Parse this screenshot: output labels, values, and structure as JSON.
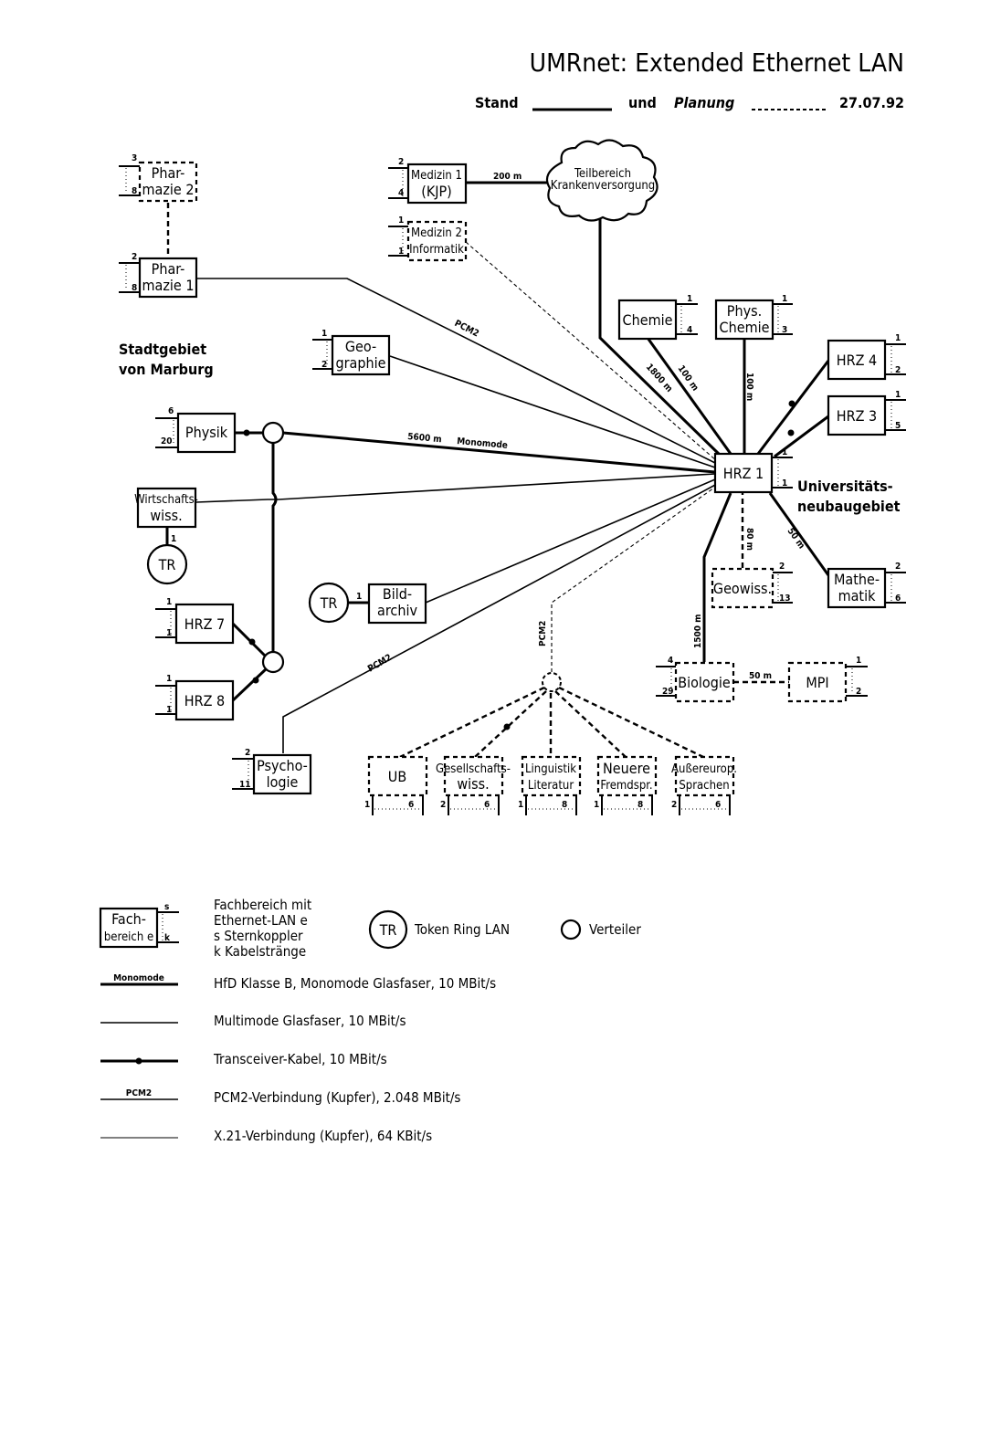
{
  "title": "UMRnet: Extended Ethernet LAN",
  "subtitle": {
    "stand": "Stand",
    "und": "und",
    "planung": "Planung",
    "date": "27.07.92"
  },
  "region_labels": {
    "stadtgebiet_1": "Stadtgebiet",
    "stadtgebiet_2": "von Marburg",
    "uni_1": "Universitäts-",
    "uni_2": "neubaugebiet"
  },
  "cloud": {
    "line1": "Teilbereich",
    "line2": "Krankenversorgung"
  },
  "nodes": {
    "pharmazie2": {
      "l1": "Phar-",
      "l2": "mazie 2",
      "p_top": "3",
      "p_bot": "8"
    },
    "pharmazie1": {
      "l1": "Phar-",
      "l2": "mazie 1",
      "p_top": "2",
      "p_bot": "8"
    },
    "medizin1": {
      "l1": "Medizin 1",
      "l2": "(KJP)",
      "p_top": "2",
      "p_bot": "4"
    },
    "medizin2": {
      "l1": "Medizin 2",
      "l2": "Informatik",
      "p_top": "1",
      "p_bot": "1"
    },
    "geographie": {
      "l1": "Geo-",
      "l2": "graphie",
      "p_top": "1",
      "p_bot": "2"
    },
    "physik": {
      "l1": "Physik",
      "p_top": "6",
      "p_bot": "20"
    },
    "wirtschaft": {
      "l1": "Wirtschafts-",
      "l2": "wiss.",
      "p_bot": "1"
    },
    "hrz7": {
      "l1": "HRZ 7",
      "p_top": "1",
      "p_bot": "1"
    },
    "hrz8": {
      "l1": "HRZ 8",
      "p_top": "1",
      "p_bot": "1"
    },
    "psychologie": {
      "l1": "Psycho-",
      "l2": "logie",
      "p_top": "2",
      "p_bot": "11"
    },
    "bildarchiv": {
      "l1": "Bild-",
      "l2": "archiv",
      "p_left": "1"
    },
    "chemie": {
      "l1": "Chemie",
      "p_top": "1",
      "p_bot": "4"
    },
    "physchemie": {
      "l1": "Phys.",
      "l2": "Chemie",
      "p_top": "1",
      "p_bot": "3"
    },
    "hrz4": {
      "l1": "HRZ 4",
      "p_top": "1",
      "p_bot": "2"
    },
    "hrz3": {
      "l1": "HRZ 3",
      "p_top": "1",
      "p_bot": "5"
    },
    "hrz1": {
      "l1": "HRZ 1",
      "p_top": "1",
      "p_bot": "1"
    },
    "geowiss": {
      "l1": "Geowiss.",
      "p_top": "2",
      "p_bot": "13"
    },
    "mathematik": {
      "l1": "Mathe-",
      "l2": "matik",
      "p_top": "2",
      "p_bot": "6"
    },
    "biologie": {
      "l1": "Biologie",
      "p_top": "4",
      "p_bot": "29"
    },
    "mpi": {
      "l1": "MPI",
      "p_top": "1",
      "p_bot": "2"
    },
    "ub": {
      "l1": "UB",
      "p_l": "1",
      "p_r": "6"
    },
    "gesellschaft": {
      "l1": "Gesellschafts-",
      "l2": "wiss.",
      "p_l": "2",
      "p_r": "6"
    },
    "linguistik": {
      "l1": "Linguistik",
      "l2": "Literatur",
      "p_l": "1",
      "p_r": "8"
    },
    "neuere": {
      "l1": "Neuere",
      "l2": "Fremdspr.",
      "p_l": "1",
      "p_r": "8"
    },
    "aussereurop": {
      "l1": "Außereurop.",
      "l2": "Sprachen",
      "p_l": "2",
      "p_r": "6"
    }
  },
  "token_ring": "TR",
  "link_labels": {
    "m200": "200 m",
    "pcm2_a": "PCM2",
    "pcm2_b": "PCM2",
    "pcm2_c": "PCM2",
    "m1800": "1800 m",
    "m100a": "100 m",
    "m100b": "100 m",
    "m5600": "5600 m",
    "monomode": "Monomode",
    "m80": "80 m",
    "m50a": "50 m",
    "m1500": "1500 m",
    "m50b": "50 m"
  },
  "legend": {
    "box_l1": "Fach-",
    "box_l2": "bereich e",
    "box_s": "s",
    "box_k": "k",
    "desc1": "Fachbereich mit",
    "desc2": "Ethernet-LAN e",
    "desc3": "s Sternkoppler",
    "desc4": "k Kabelstränge",
    "tr": "TR",
    "tr_label": "Token Ring LAN",
    "verteiler": "Verteiler",
    "line_monomode_tag": "Monomode",
    "line_monomode": "HfD Klasse B, Monomode Glasfaser, 10 MBit/s",
    "line_multimode": "Multimode Glasfaser, 10 MBit/s",
    "line_transceiver": "Transceiver-Kabel, 10 MBit/s",
    "line_pcm2_tag": "PCM2",
    "line_pcm2": "PCM2-Verbindung (Kupfer), 2.048 MBit/s",
    "line_x21": "X.21-Verbindung (Kupfer), 64 KBit/s"
  }
}
